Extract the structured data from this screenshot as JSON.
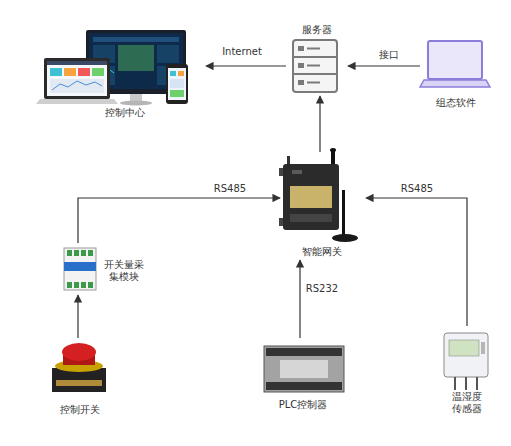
{
  "diagram": {
    "nodes": [
      {
        "text": [
          "服务器"
        ]
      },
      {
        "text": [
          "控制中心"
        ]
      },
      {
        "text": [
          "组态软件"
        ]
      },
      {
        "text": [
          "智能网关"
        ]
      },
      {
        "text": [
          "开关量采 集模块"
        ]
      },
      {
        "text": [
          "控制开关"
        ]
      },
      {
        "text": [
          "PLC控制器"
        ]
      },
      {
        "text": [
          "温湿度 传感器"
        ]
      }
    ],
    "edges": [
      {
        "from": 0,
        "to": 1,
        "arrow": "to",
        "label": "Internet"
      },
      {
        "from": 2,
        "to": 0,
        "arrow": "to",
        "label": "接口"
      },
      {
        "from": 3,
        "to": 0,
        "arrow": "to"
      },
      {
        "from": 4,
        "to": 3,
        "arrow": "to",
        "label": "RS485"
      },
      {
        "from": 5,
        "to": 4,
        "arrow": "to"
      },
      {
        "from": 6,
        "to": 3,
        "arrow": "to",
        "label": "RS232"
      },
      {
        "from": 7,
        "to": 3,
        "arrow": "to",
        "label": "RS485"
      }
    ]
  }
}
